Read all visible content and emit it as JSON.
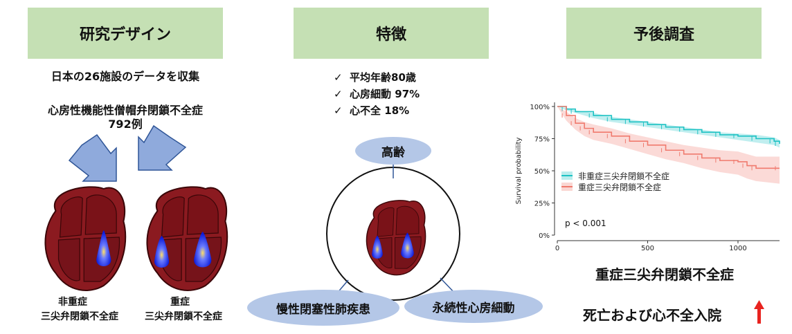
{
  "headers": {
    "design": "研究デザイン",
    "features": "特徴",
    "prognosis": "予後調査"
  },
  "design": {
    "line1": "日本の26施設のデータを収集",
    "line2": "心房性機能性僧帽弁閉鎖不全症",
    "line3": "792例",
    "label_left_1": "非重症",
    "label_left_2": "三尖弁閉鎖不全症",
    "label_right_1": "重症",
    "label_right_2": "三尖弁閉鎖不全症"
  },
  "features": {
    "items": [
      "平均年齢80歳",
      "心房細動 97%",
      "心不全 18%"
    ],
    "check": "✓",
    "oval_top": "高齢",
    "oval_left": "慢性閉塞性肺疾患",
    "oval_right": "永続性心房細動"
  },
  "prognosis": {
    "severe_label": "重症三尖弁閉鎖不全症",
    "outcome": "死亡および心不全入院",
    "arrow": "↑",
    "colors": {
      "non_severe": "#1ec2c4",
      "severe": "#f07a6e",
      "arrow": "#e8231f"
    }
  },
  "chart_data": {
    "type": "line",
    "xlabel": "",
    "ylabel": "Survival probability",
    "xlim": [
      0,
      1230
    ],
    "ylim": [
      0,
      1
    ],
    "x_ticks": [
      "0",
      "500",
      "1000"
    ],
    "y_ticks": [
      "0%",
      "25%",
      "50%",
      "75%",
      "100%"
    ],
    "annotation": "p < 0.001",
    "legend": "left-center",
    "series": [
      {
        "name": "非重症三尖弁閉鎖不全症",
        "color": "#1ec2c4",
        "x": [
          0,
          50,
          100,
          200,
          300,
          400,
          500,
          600,
          700,
          800,
          900,
          1000,
          1100,
          1200,
          1230
        ],
        "y": [
          1.0,
          0.98,
          0.96,
          0.93,
          0.9,
          0.88,
          0.86,
          0.84,
          0.82,
          0.8,
          0.78,
          0.77,
          0.75,
          0.73,
          0.71
        ],
        "ci_low": [
          1.0,
          0.97,
          0.95,
          0.91,
          0.88,
          0.86,
          0.84,
          0.82,
          0.8,
          0.78,
          0.76,
          0.74,
          0.72,
          0.7,
          0.68
        ],
        "ci_high": [
          1.0,
          0.99,
          0.97,
          0.95,
          0.92,
          0.9,
          0.88,
          0.86,
          0.84,
          0.82,
          0.8,
          0.79,
          0.78,
          0.76,
          0.74
        ]
      },
      {
        "name": "重症三尖弁閉鎖不全症",
        "color": "#f07a6e",
        "x": [
          0,
          50,
          100,
          150,
          200,
          300,
          400,
          500,
          600,
          700,
          800,
          900,
          1000,
          1050,
          1100,
          1230
        ],
        "y": [
          1.0,
          0.93,
          0.87,
          0.83,
          0.8,
          0.77,
          0.73,
          0.7,
          0.66,
          0.63,
          0.6,
          0.58,
          0.57,
          0.54,
          0.52,
          0.52
        ],
        "ci_low": [
          1.0,
          0.89,
          0.82,
          0.77,
          0.74,
          0.71,
          0.67,
          0.63,
          0.59,
          0.56,
          0.52,
          0.49,
          0.47,
          0.44,
          0.42,
          0.4
        ],
        "ci_high": [
          1.0,
          0.96,
          0.91,
          0.88,
          0.86,
          0.83,
          0.79,
          0.76,
          0.73,
          0.7,
          0.68,
          0.66,
          0.65,
          0.63,
          0.61,
          0.61
        ]
      }
    ]
  }
}
